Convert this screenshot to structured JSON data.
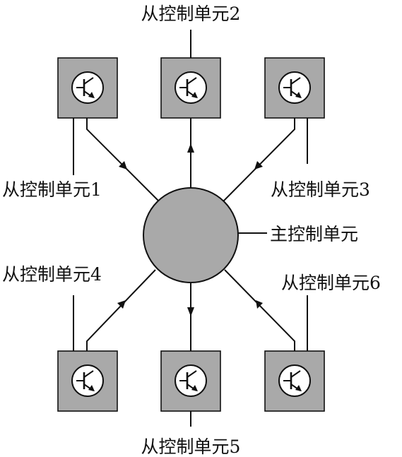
{
  "diagram": {
    "master": {
      "label": "主控制单元"
    },
    "slaves": [
      {
        "id": "1",
        "label": "从控制单元1"
      },
      {
        "id": "2",
        "label": "从控制单元2"
      },
      {
        "id": "3",
        "label": "从控制单元3"
      },
      {
        "id": "4",
        "label": "从控制单元4"
      },
      {
        "id": "5",
        "label": "从控制单元5"
      },
      {
        "id": "6",
        "label": "从控制单元6"
      }
    ]
  },
  "colors": {
    "fill_gray": "#a9a9a9",
    "line": "#111111",
    "background": "#ffffff"
  },
  "icons": {
    "slave_symbol": "transistor-icon"
  }
}
